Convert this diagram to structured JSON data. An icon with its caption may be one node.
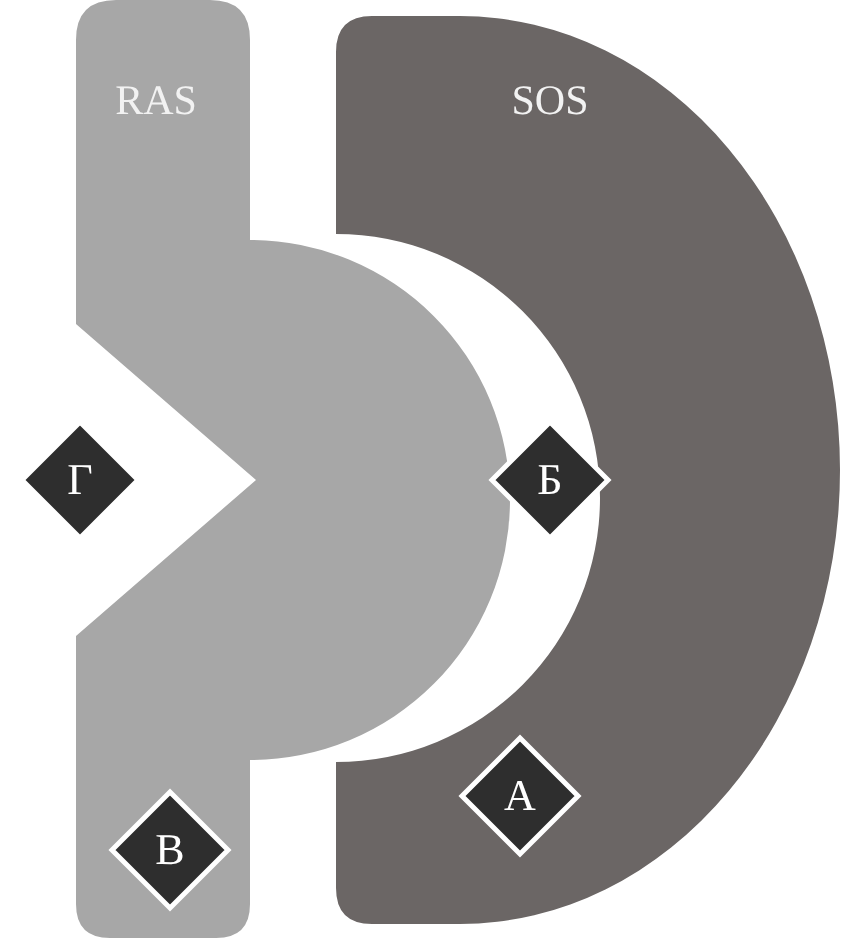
{
  "diagram": {
    "nodes": [
      {
        "text": [
          "RAS"
        ]
      },
      {
        "text": [
          "SOS"
        ]
      },
      {
        "text": [
          "Г"
        ]
      },
      {
        "text": [
          "Б"
        ]
      },
      {
        "text": [
          "А"
        ],
        "in": 1
      },
      {
        "text": [
          "В"
        ],
        "in": 0
      }
    ]
  }
}
